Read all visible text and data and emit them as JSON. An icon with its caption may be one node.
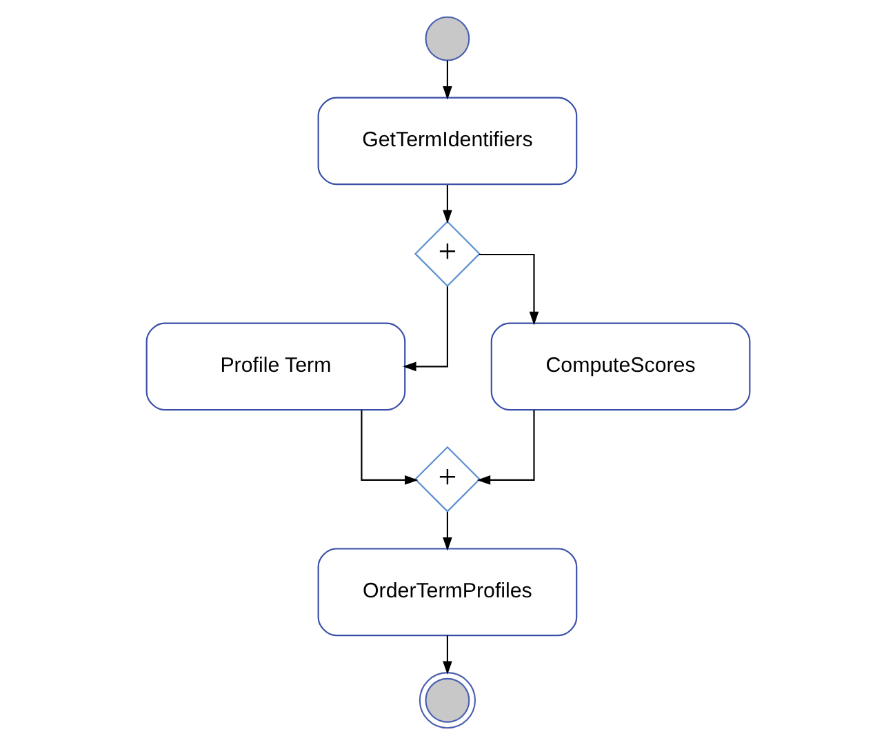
{
  "diagram": {
    "nodes": [
      {
        "text": [],
        "shape": "circle"
      },
      {
        "text": [
          "GetTermIdentifiers"
        ]
      },
      {
        "text": [
          "+"
        ]
      },
      {
        "text": [
          "Profile Term"
        ]
      },
      {
        "text": [
          "ComputeScores"
        ]
      },
      {
        "text": [
          "+"
        ]
      },
      {
        "text": [
          "OrderTermProfiles"
        ]
      },
      {
        "text": [],
        "shape": "circle"
      }
    ],
    "edges": [
      {
        "from": 0,
        "to": 1,
        "arrow": "to"
      },
      {
        "from": 1,
        "to": 2,
        "arrow": "to"
      },
      {
        "from": 2,
        "to": 3,
        "arrow": "to"
      },
      {
        "from": 2,
        "to": 4,
        "arrow": "to"
      },
      {
        "from": 3,
        "to": 5,
        "arrow": "to"
      },
      {
        "from": 4,
        "to": 5,
        "arrow": "to"
      },
      {
        "from": 5,
        "to": 6,
        "arrow": "to"
      },
      {
        "from": 6,
        "to": 7,
        "arrow": "to"
      }
    ]
  }
}
